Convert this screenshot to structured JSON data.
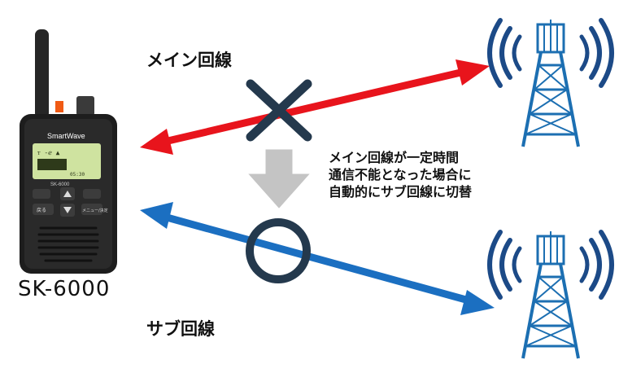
{
  "labels": {
    "main_line": "メイン回線",
    "sub_line": "サブ回線",
    "model": "SK-6000",
    "description": [
      "メイン回線が一定時間",
      "通信不能となった場合に",
      "自動的にサブ回線に切替"
    ]
  },
  "radio": {
    "brand": "SmartWave",
    "screen_model": "SK-6000",
    "button_back": "戻る",
    "button_menu": "メニュー/決定"
  },
  "colors": {
    "main_line": "#e8141c",
    "sub_line": "#1b6fc1",
    "fail_mark": "#24394d",
    "transition_arrow": "#c4c4c4",
    "tower": "#1c6fb2",
    "signal_waves": "#1c4a87"
  },
  "icons": [
    "cross-mark-icon",
    "circle-mark-icon",
    "down-arrow-icon",
    "radio-tower-icon",
    "walkie-talkie-icon"
  ]
}
